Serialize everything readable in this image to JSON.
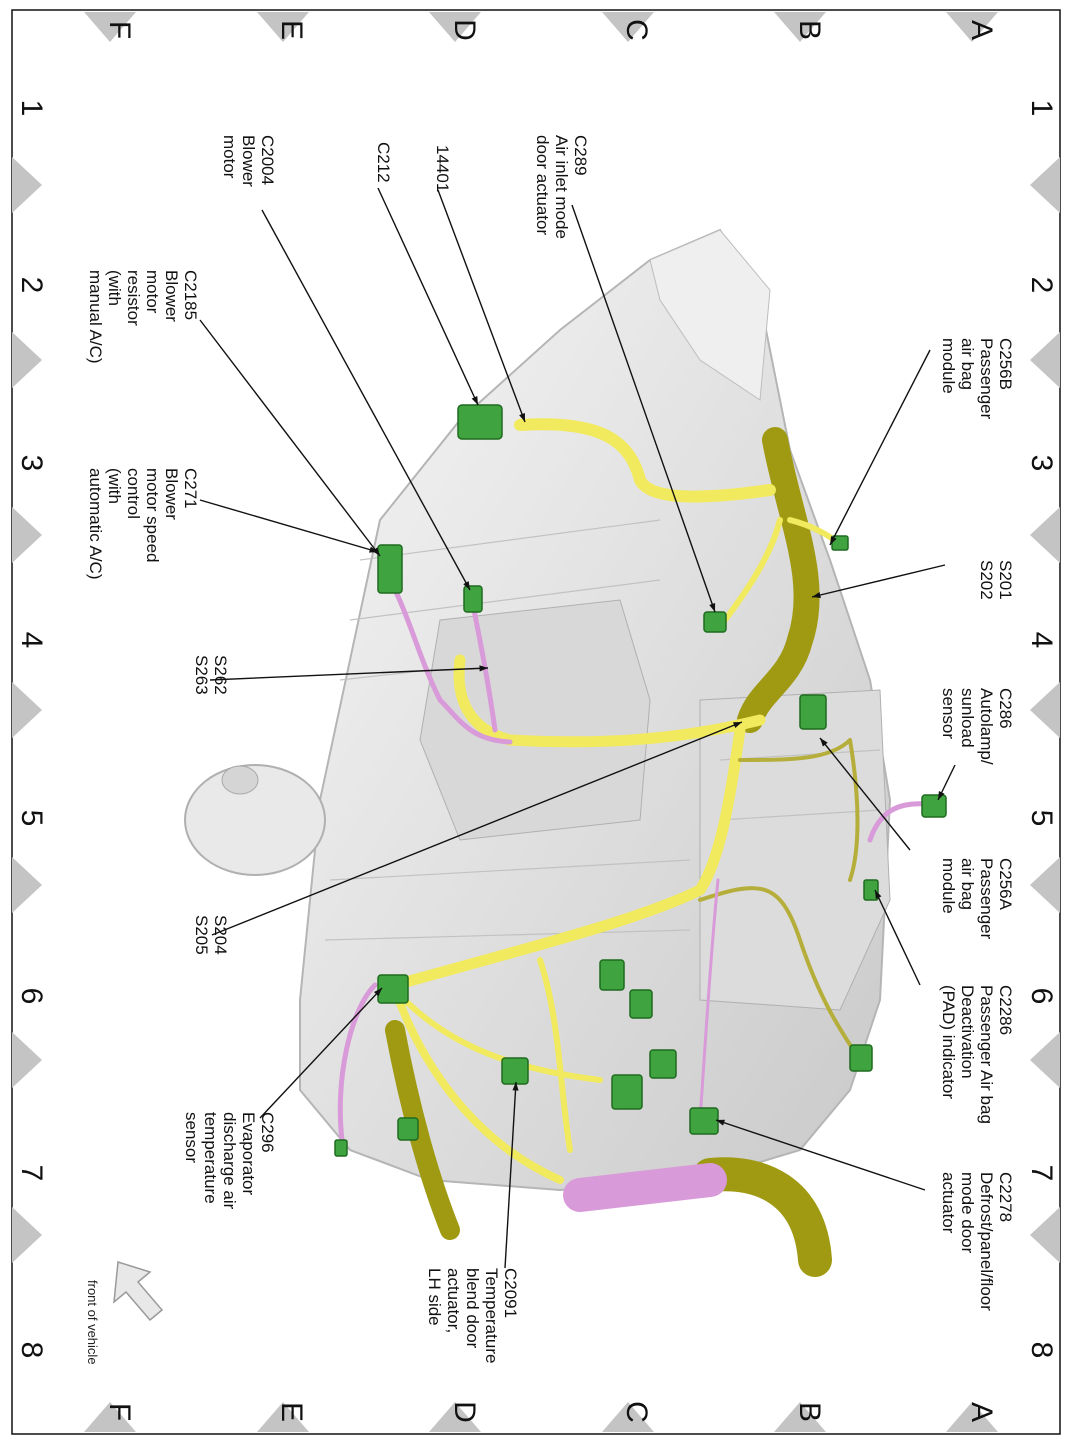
{
  "grid": {
    "row_letters": [
      "A",
      "B",
      "C",
      "D",
      "E",
      "F"
    ],
    "column_numbers": [
      "1",
      "2",
      "3",
      "4",
      "5",
      "6",
      "7",
      "8"
    ]
  },
  "callouts": [
    {
      "id": "c256b",
      "lines": [
        "C256B",
        "Passenger",
        "air bag",
        "module"
      ]
    },
    {
      "id": "c289",
      "lines": [
        "C289",
        "Air inlet mode",
        "door actuator"
      ]
    },
    {
      "id": "c14401",
      "lines": [
        "14401"
      ]
    },
    {
      "id": "c212",
      "lines": [
        "C212"
      ]
    },
    {
      "id": "c2004",
      "lines": [
        "C2004",
        "Blower",
        "motor"
      ]
    },
    {
      "id": "c2185",
      "lines": [
        "C2185",
        "Blower",
        "motor",
        "resistor",
        "(with",
        "manual A/C)"
      ]
    },
    {
      "id": "c271",
      "lines": [
        "C271",
        "Blower",
        "motor speed",
        "control",
        "(with",
        "automatic A/C)"
      ]
    },
    {
      "id": "s201",
      "lines": [
        "S201",
        "S202"
      ]
    },
    {
      "id": "s262",
      "lines": [
        "S262",
        "S263"
      ]
    },
    {
      "id": "c286",
      "lines": [
        "C286",
        "Autolamp/",
        "sunload",
        "sensor"
      ]
    },
    {
      "id": "c256a",
      "lines": [
        "C256A",
        "Passenger",
        "air bag",
        "module"
      ]
    },
    {
      "id": "s204",
      "lines": [
        "S204",
        "S205"
      ]
    },
    {
      "id": "c2286",
      "lines": [
        "C2286",
        "Passenger Air bag",
        "Deactivation",
        "(PAD) indicator"
      ]
    },
    {
      "id": "c296",
      "lines": [
        "C296",
        "Evaporator",
        "discharge air",
        "temperature",
        "sensor"
      ]
    },
    {
      "id": "c2278",
      "lines": [
        "C2278",
        "Defrost/panel/floor",
        "mode door",
        "actuator"
      ]
    },
    {
      "id": "c2091",
      "lines": [
        "C2091",
        "Temperature",
        "blend door",
        "actuator,",
        "LH side"
      ]
    }
  ],
  "orientation_note": "front of vehicle",
  "colors": {
    "harness_main": "#9f9a12",
    "harness_branch": "#f2ea5e",
    "harness_purple": "#d89ad8",
    "connector": "#3fa43f",
    "housing": "#e3e3e3",
    "border_marker": "#c4c4c4"
  }
}
